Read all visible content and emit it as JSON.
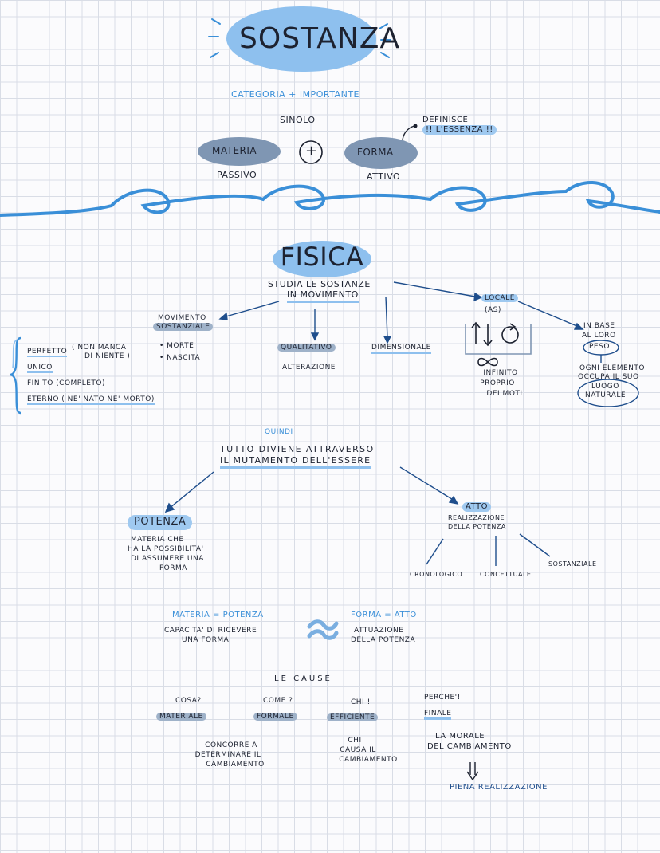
{
  "sostanza": {
    "title": "SOSTANZA",
    "subtitle": "CATEGORIA + IMPORTANTE",
    "sinolo": "SINOLO",
    "materia": "MATERIA",
    "plus": "+",
    "forma": "FORMA",
    "passivo": "PASSIVO",
    "attivo": "ATTIVO",
    "definisce_1": "DEFINISCE",
    "definisce_2": "!! L'ESSENZA !!"
  },
  "fisica": {
    "title": "FISICA",
    "studia_1": "STUDIA LE SOSTANZE",
    "studia_2": "IN MOVIMENTO",
    "sostanziale": {
      "heading_1": "MOVIMENTO",
      "heading_2": "SOSTANZIALE",
      "morte": "• MORTE",
      "nascita": "• NASCITA",
      "perfetto": "PERFETTO",
      "perfetto_note_1": "( NON MANCA",
      "perfetto_note_2": "DI NIENTE )",
      "unico": "UNICO",
      "finito": "FINITO (COMPLETO)",
      "eterno": "ETERNO ( NE' NATO NE' MORTO)"
    },
    "qualitativo": "QUALITATIVO",
    "alterazione": "ALTERAZIONE",
    "dimensionale": "DIMENSIONALE",
    "locale": {
      "label": "LOCALE",
      "as": "(AS)",
      "infinito_1": "INFINITO",
      "infinito_2": "PROPRIO",
      "infinito_3": "DEI MOTI"
    },
    "peso": {
      "line1": "IN BASE",
      "line2": "AL LORO",
      "peso": "PESO",
      "ogni_1": "OGNI ELEMENTO",
      "ogni_2": "OCCUPA IL SUO",
      "luogo_1": "LUOGO",
      "luogo_2": "NATURALE"
    }
  },
  "divenire": {
    "quindi": "QUINDI",
    "line1": "TUTTO DIVIENE ATTRAVERSO",
    "line2": "IL MUTAMENTO DELL'ESSERE",
    "potenza": "POTENZA",
    "potenza_desc_1": "MATERIA CHE",
    "potenza_desc_2": "HA LA POSSIBILITA'",
    "potenza_desc_3": "DI ASSUMERE UNA",
    "potenza_desc_4": "FORMA",
    "atto": "ATTO",
    "atto_desc_1": "REALIZZAZIONE",
    "atto_desc_2": "DELLA POTENZA",
    "cronologico": "CRONOLOGICO",
    "concettuale": "CONCETTUALE",
    "sostanziale": "SOSTANZIALE"
  },
  "equivalenze": {
    "materia_potenza": "MATERIA = POTENZA",
    "materia_desc_1": "CAPACITA' DI RICEVERE",
    "materia_desc_2": "UNA FORMA",
    "forma_atto": "FORMA = ATTO",
    "forma_desc_1": "ATTUAZIONE",
    "forma_desc_2": "DELLA POTENZA"
  },
  "cause": {
    "title": "LE CAUSE",
    "cosa": "COSA?",
    "materiale": "MATERIALE",
    "come": "COME ?",
    "formale": "FORMALE",
    "chi": "CHI !",
    "efficiente": "EFFICIENTE",
    "perche": "PERCHE'!",
    "finale": "FINALE",
    "concorre_1": "CONCORRE A",
    "concorre_2": "DETERMINARE IL",
    "concorre_3": "CAMBIAMENTO",
    "chi_causa_1": "CHI",
    "chi_causa_2": "CAUSA IL",
    "chi_causa_3": "CAMBIAMENTO",
    "morale_1": "LA MORALE",
    "morale_2": "DEL CAMBIAMENTO",
    "piena": "PIENA REALIZZAZIONE"
  },
  "colors": {
    "accent": "#3a8fd8",
    "highlight": "#9fc9f0",
    "slate": "#7f96b3",
    "ink": "#1d2230"
  }
}
